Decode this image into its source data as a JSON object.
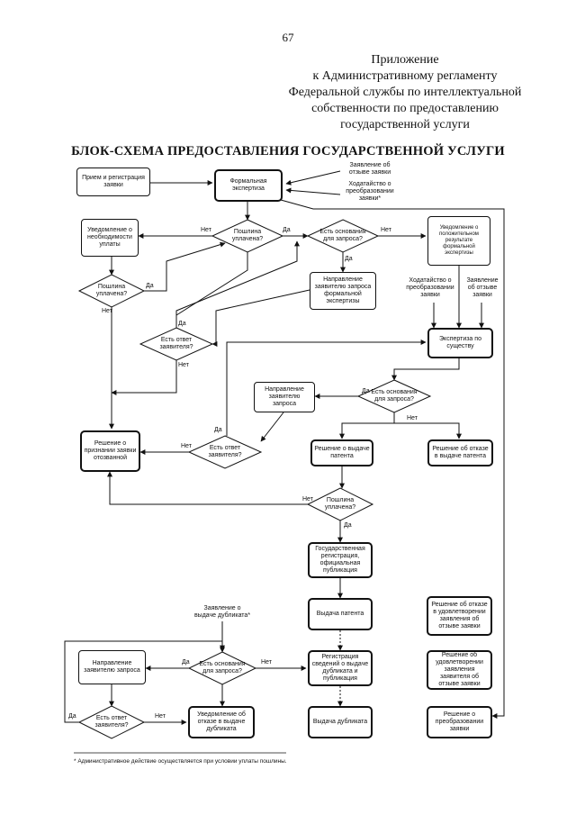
{
  "page_number": "67",
  "appendix": [
    "Приложение",
    "к Административному регламенту",
    "Федеральной службы по интеллектуальной",
    "собственности по предоставлению",
    "государственной услуги"
  ],
  "title": "БЛОК-СХЕМА ПРЕДОСТАВЛЕНИЯ ГОСУДАРСТВЕННОЙ УСЛУГИ",
  "boxes": {
    "priem": "Прием и регистрация заявки",
    "formal": "Формальная экспертиза",
    "uved_neobh": "Уведомление о необходимости уплаты",
    "uved_polozh": "Уведомление о положительном результате формальной экспертизы",
    "napr_formal": "Направление заявителю запроса формальной экспертизы",
    "expertiza": "Экспертиза по существу",
    "napr_zapros": "Направление заявителю запроса",
    "reshenie_otozv": "Решение о признании заявки отозванной",
    "reshenie_vydache": "Решение о выдаче патента",
    "reshenie_otkaz": "Решение об отказе в выдаче патента",
    "gos_reg": "Государственная регистрация, официальная публикация",
    "vydacha": "Выдача патента",
    "otkaz_otzyv": "Решение об отказе в удовлетворении заявления об отзыве заявки",
    "napr_zapros2": "Направление заявителю запроса",
    "registracia_dubl": "Регистрация сведений о выдаче дубликата и публикация",
    "udovl_otzyv": "Решение об удовлетворении заявления заявителя об отзыве заявки",
    "uved_otkaz_dubl": "Уведомление об отказе в выдаче дубликата",
    "vydacha_dubl": "Выдача дубликата",
    "reshenie_preobr": "Решение о преобразовании заявки"
  },
  "decisions": {
    "poshlina1": "Пошлина уплачена?",
    "osnovania1": "Есть основания для запроса?",
    "poshlina2": "Пошлина уплачена?",
    "otvet1": "Есть ответ заявителя?",
    "osnovania2": "Есть основания для запроса?",
    "otvet2": "Есть ответ заявителя?",
    "poshlina3": "Пошлина уплачена?",
    "osnovania3": "Есть основания для запроса?",
    "otvet3": "Есть ответ заявителя?"
  },
  "notes": {
    "zayav_otzyv": "Заявление об отзыве заявки",
    "hodat_preobr": "Ходатайство о преобразовании заявки*",
    "hodat_preobr2": "Ходатайство о преобразовании заявки",
    "zayav_otzyv2": "Заявление об отзыве заявки",
    "zayav_dubl": "Заявление о выдаче дубликата*"
  },
  "yes": "Да",
  "no": "Нет",
  "footnote": "* Административное действие осуществляется при условии уплаты пошлины."
}
